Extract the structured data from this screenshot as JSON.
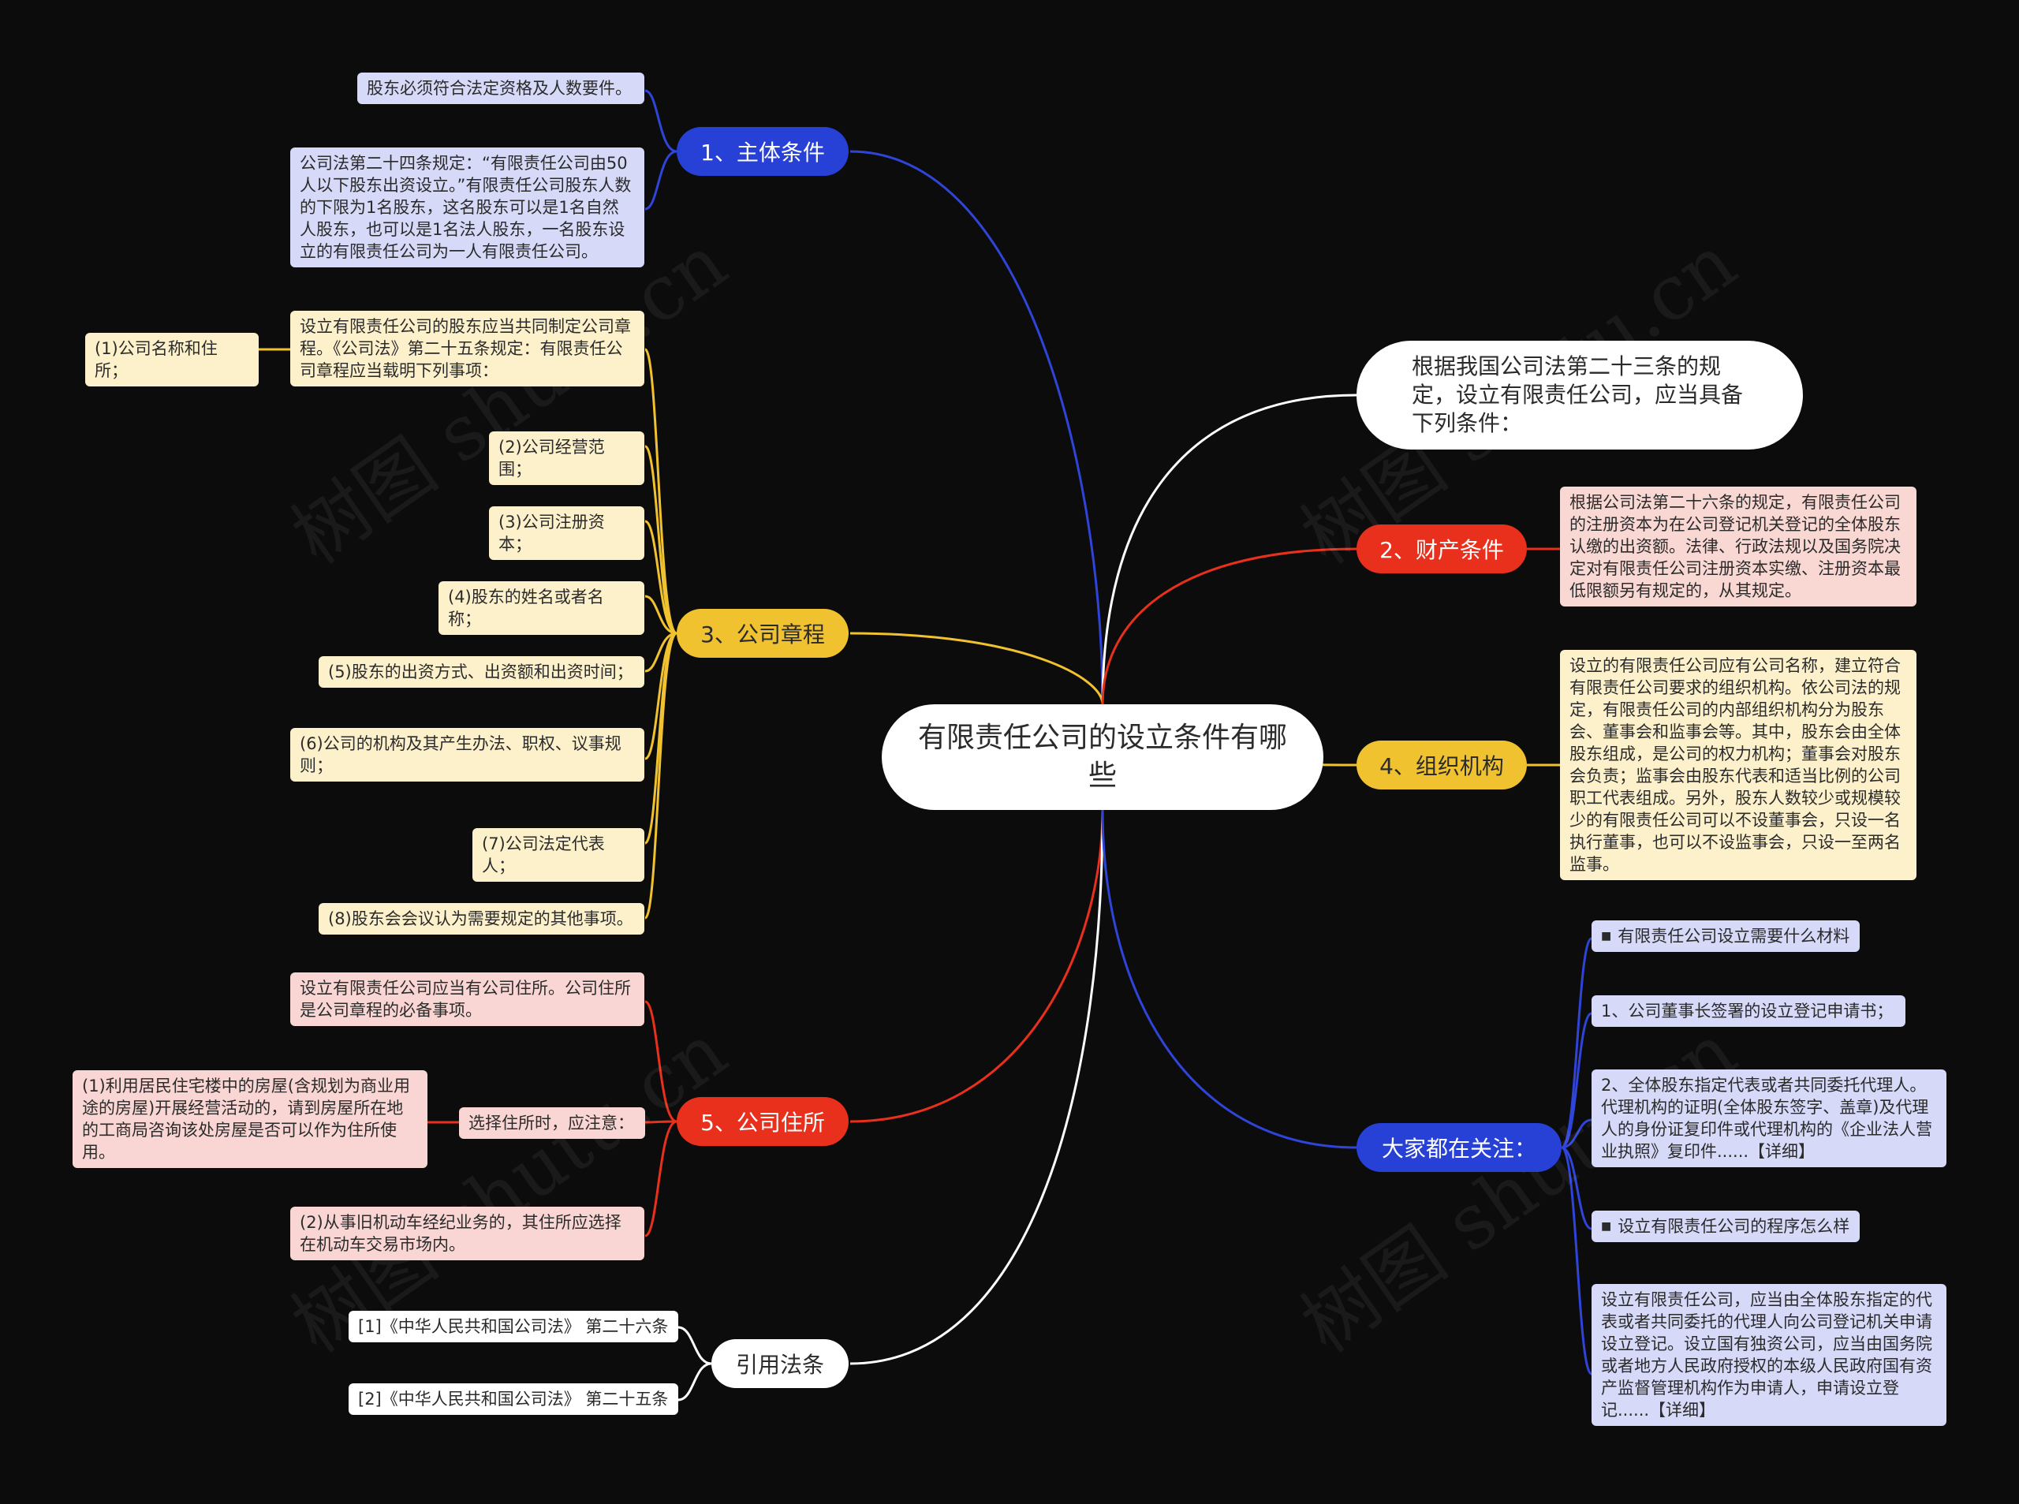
{
  "title": "有限责任公司的设立条件有哪些",
  "intro": "根据我国公司法第二十三条的规定，设立有限责任公司，应当具备下列条件：",
  "branches": {
    "b1": {
      "label": "1、主体条件",
      "leaves": [
        "股东必须符合法定资格及人数要件。",
        "公司法第二十四条规定：“有限责任公司由50人以下股东出资设立。”有限责任公司股东人数的下限为1名股东，这名股东可以是1名自然人股东，也可以是1名法人股东，一名股东设立的有限责任公司为一人有限责任公司。"
      ]
    },
    "b2": {
      "label": "2、财产条件",
      "leaves": [
        "根据公司法第二十六条的规定，有限责任公司的注册资本为在公司登记机关登记的全体股东认缴的出资额。法律、行政法规以及国务院决定对有限责任公司注册资本实缴、注册资本最低限额另有规定的，从其规定。"
      ]
    },
    "b3": {
      "label": "3、公司章程",
      "leaves": [
        "设立有限责任公司的股东应当共同制定公司章程。《公司法》第二十五条规定：有限责任公司章程应当载明下列事项：",
        "(2)公司经营范围；",
        "(3)公司注册资本；",
        "(4)股东的姓名或者名称；",
        "(5)股东的出资方式、出资额和出资时间；",
        "(6)公司的机构及其产生办法、职权、议事规则；",
        "(7)公司法定代表人；",
        "(8)股东会会议认为需要规定的其他事项。"
      ],
      "sub_leaf": "(1)公司名称和住所；"
    },
    "b4": {
      "label": "4、组织机构",
      "leaves": [
        "设立的有限责任公司应有公司名称，建立符合有限责任公司要求的组织机构。依公司法的规定，有限责任公司的内部组织机构分为股东会、董事会和监事会等。其中，股东会由全体股东组成，是公司的权力机构；董事会对股东会负责；监事会由股东代表和适当比例的公司职工代表组成。另外，股东人数较少或规模较少的有限责任公司可以不设董事会，只设一名执行董事，也可以不设监事会，只设一至两名监事。"
      ]
    },
    "b5": {
      "label": "5、公司住所",
      "leaves": [
        "设立有限责任公司应当有公司住所。公司住所是公司章程的必备事项。",
        "选择住所时，应注意：",
        "(2)从事旧机动车经纪业务的，其住所应选择在机动车交易市场内。"
      ],
      "sub_leaf": "(1)利用居民住宅楼中的房屋(含规划为商业用途的房屋)开展经营活动的，请到房屋所在地的工商局咨询该处房屋是否可以作为住所使用。"
    },
    "law": {
      "label": "引用法条",
      "leaves": [
        "[1]《中华人民共和国公司法》 第二十六条",
        "[2]《中华人民共和国公司法》 第二十五条"
      ]
    },
    "focus": {
      "label": "大家都在关注：",
      "leaves": [
        "有限责任公司设立需要什么材料",
        "1、公司董事长签署的设立登记申请书；",
        "2、全体股东指定代表或者共同委托代理人。代理机构的证明(全体股东签字、盖章)及代理人的身份证复印件或代理机构的《企业法人营业执照》复印件......【详细】",
        "设立有限责任公司的程序怎么样",
        "设立有限责任公司，应当由全体股东指定的代表或者共同委托的代理人向公司登记机关申请设立登记。设立国有独资公司，应当由国务院或者地方人民政府授权的本级人民政府国有资产监督管理机构作为申请人，申请设立登记......【详细】"
      ]
    }
  },
  "colors": {
    "blue": "#2740d6",
    "yellow": "#f1c230",
    "red": "#e8301c",
    "white": "#ffffff",
    "background": "#0c0c0c"
  }
}
